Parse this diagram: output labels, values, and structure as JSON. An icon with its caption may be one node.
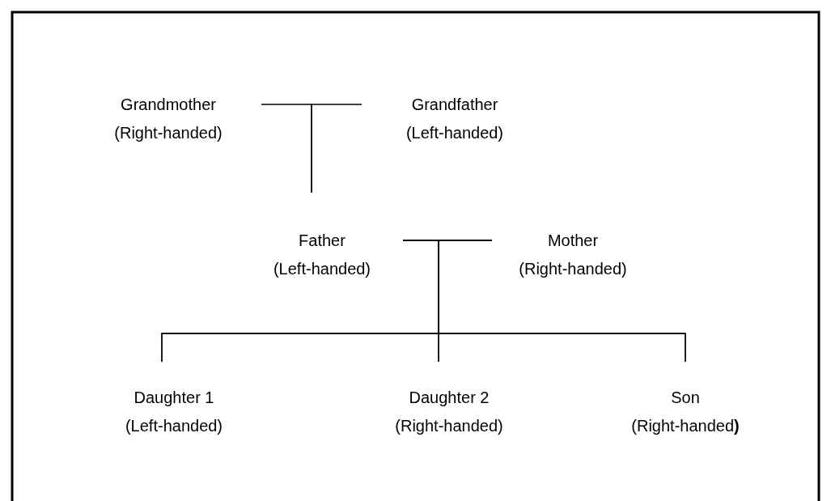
{
  "diagram": {
    "nodes": [
      {
        "text": [
          "Grandmother",
          "(Right-handed)"
        ]
      },
      {
        "text": [
          "Grandfather",
          "(Left-handed)"
        ]
      },
      {
        "text": [
          "Father",
          "(Left-handed)"
        ]
      },
      {
        "text": [
          "Mother",
          "(Right-handed)"
        ]
      },
      {
        "text": [
          "Daughter 1",
          "(Left-handed)"
        ]
      },
      {
        "text": [
          "Daughter 2",
          "(Right-handed)"
        ]
      },
      {
        "text": [
          "Son",
          "(Right-handed**)**"
        ]
      }
    ],
    "edges": [
      {
        "from": 0,
        "to": 2,
        "arrow": "none"
      },
      {
        "from": 1,
        "to": 2,
        "arrow": "none"
      },
      {
        "from": 2,
        "to": 4,
        "arrow": "none"
      },
      {
        "from": 2,
        "to": 5,
        "arrow": "none"
      },
      {
        "from": 2,
        "to": 6,
        "arrow": "none"
      },
      {
        "from": 3,
        "to": 4,
        "arrow": "none"
      },
      {
        "from": 3,
        "to": 5,
        "arrow": "none"
      },
      {
        "from": 3,
        "to": 6,
        "arrow": "none"
      }
    ]
  }
}
